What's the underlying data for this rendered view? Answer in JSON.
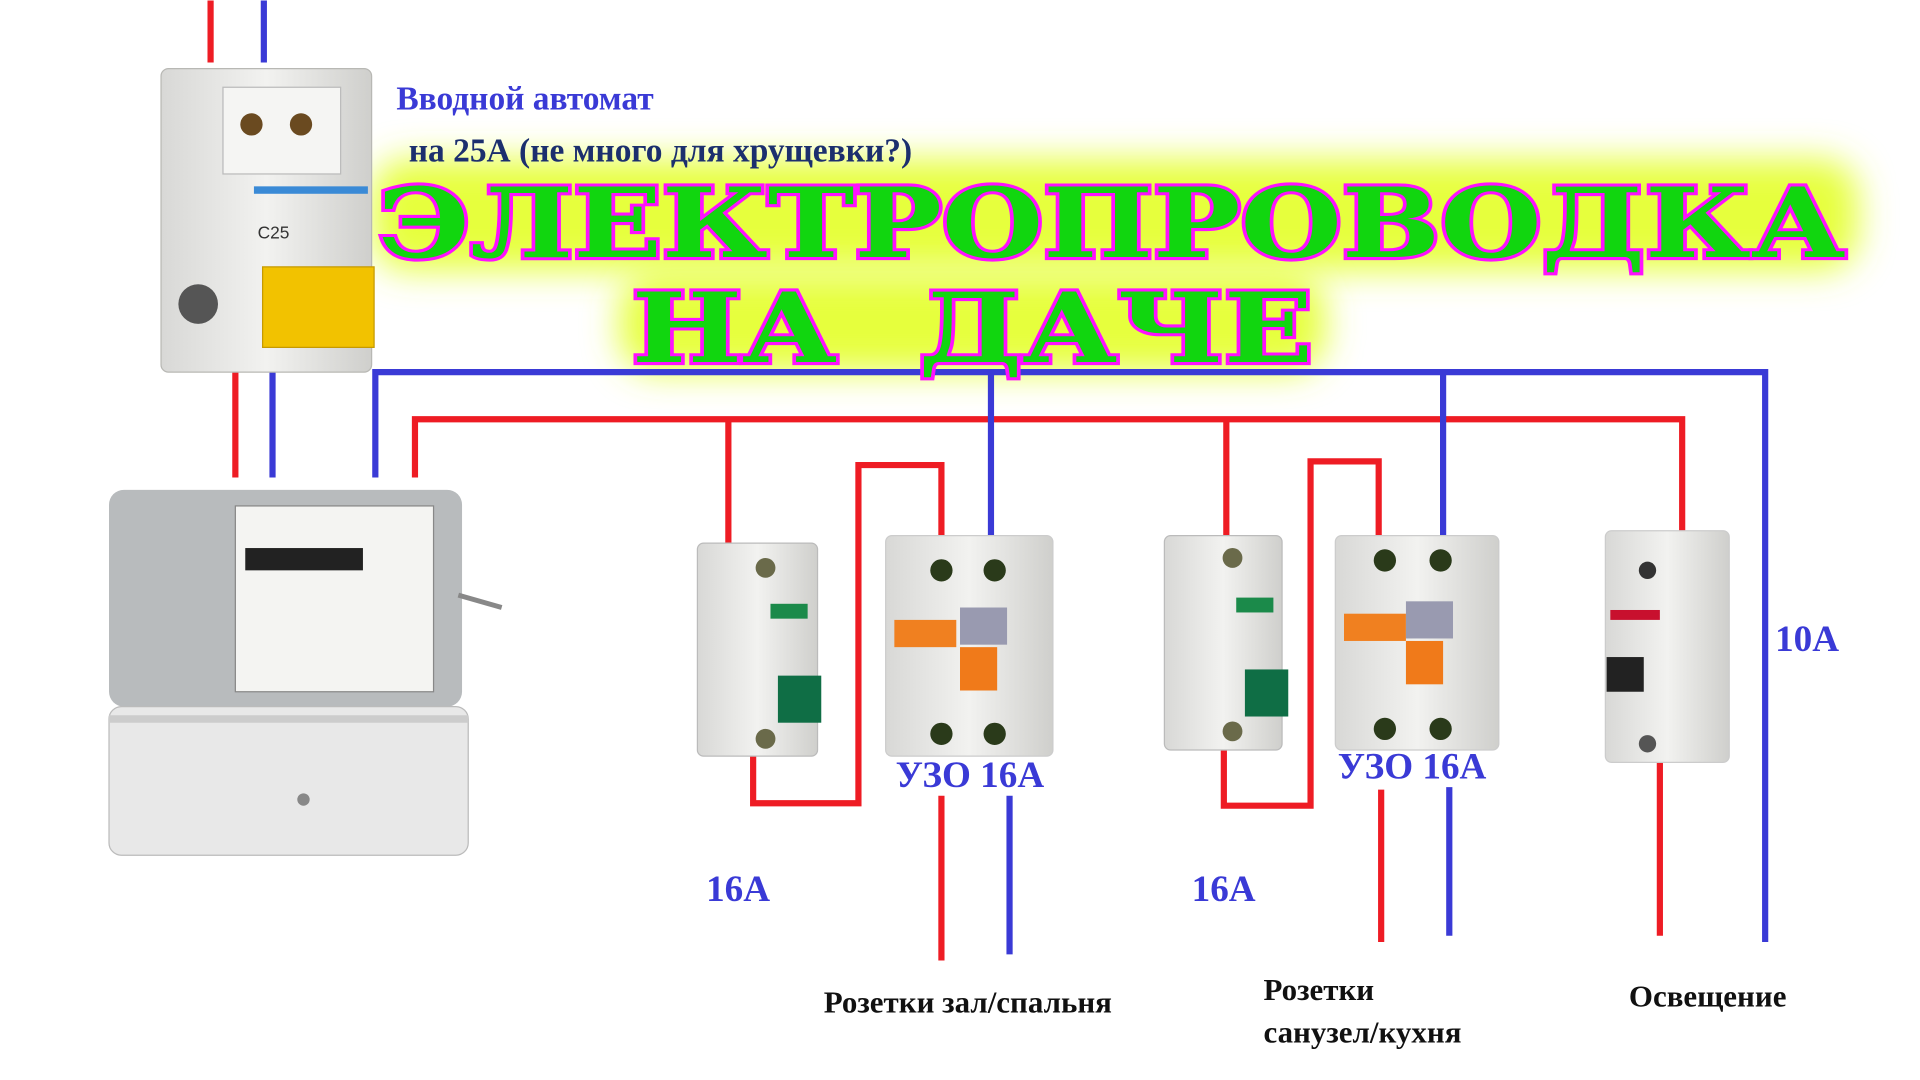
{
  "title": {
    "line1": "ЭЛЕКТРОПРОВОДКА",
    "line2": "НА  ДАЧЕ"
  },
  "main_breaker": {
    "caption_line1": "Вводной автомат",
    "caption_line2": "на 25А (не много для хрущевки?)",
    "rating": "C25"
  },
  "branches": [
    {
      "breaker_rating": "16А",
      "rcd_label": "УЗО 16А",
      "circuit_label_line1": "Розетки зал/спальня",
      "circuit_label_line2": ""
    },
    {
      "breaker_rating": "16А",
      "rcd_label": "УЗО 16А",
      "circuit_label_line1": "Розетки",
      "circuit_label_line2": "санузел/кухня"
    },
    {
      "breaker_rating": "10А",
      "circuit_label_line1": "Освещение"
    }
  ],
  "colors": {
    "phase": "#ee1c24",
    "neutral": "#3a3ad6",
    "title_fill": "#11d60f",
    "title_stroke": "#ff10ff",
    "glow": "#e6ff3c",
    "label_blue": "#3a3ad6"
  }
}
